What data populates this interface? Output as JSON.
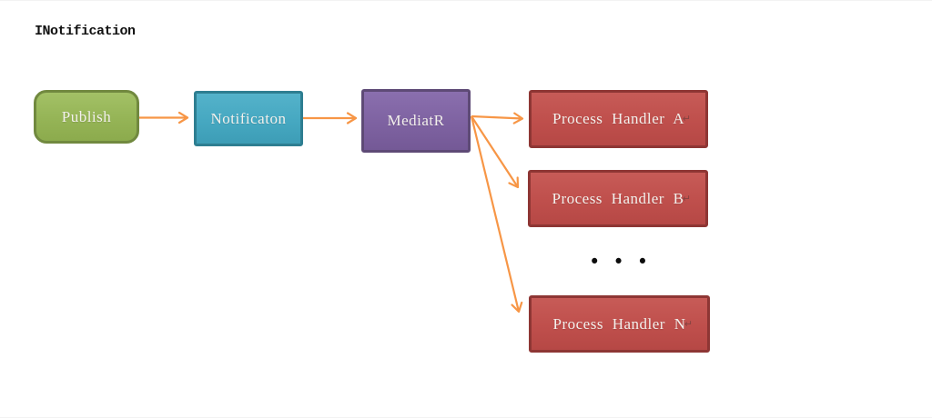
{
  "title": "INotification",
  "nodes": {
    "publish": {
      "label": "Publish"
    },
    "notification": {
      "label": "Notificaton"
    },
    "mediatr": {
      "label": "MediatR"
    },
    "handler_a": {
      "label": "Process Handler A"
    },
    "handler_b": {
      "label": "Process Handler B"
    },
    "handler_n": {
      "label": "Process Handler N"
    }
  },
  "return_mark": "↵",
  "ellipsis": "•••",
  "palette": {
    "publish_fill": "#9BBB59",
    "publish_border": "#71893F",
    "notification_fill": "#4BACC6",
    "notification_border": "#2E7E91",
    "mediatr_fill": "#8064A2",
    "mediatr_border": "#5E4A76",
    "handler_fill": "#C0504D",
    "handler_border": "#8E3634",
    "arrow": "#F79646",
    "node_text": "#F3F0EC",
    "title_text": "#111111"
  }
}
